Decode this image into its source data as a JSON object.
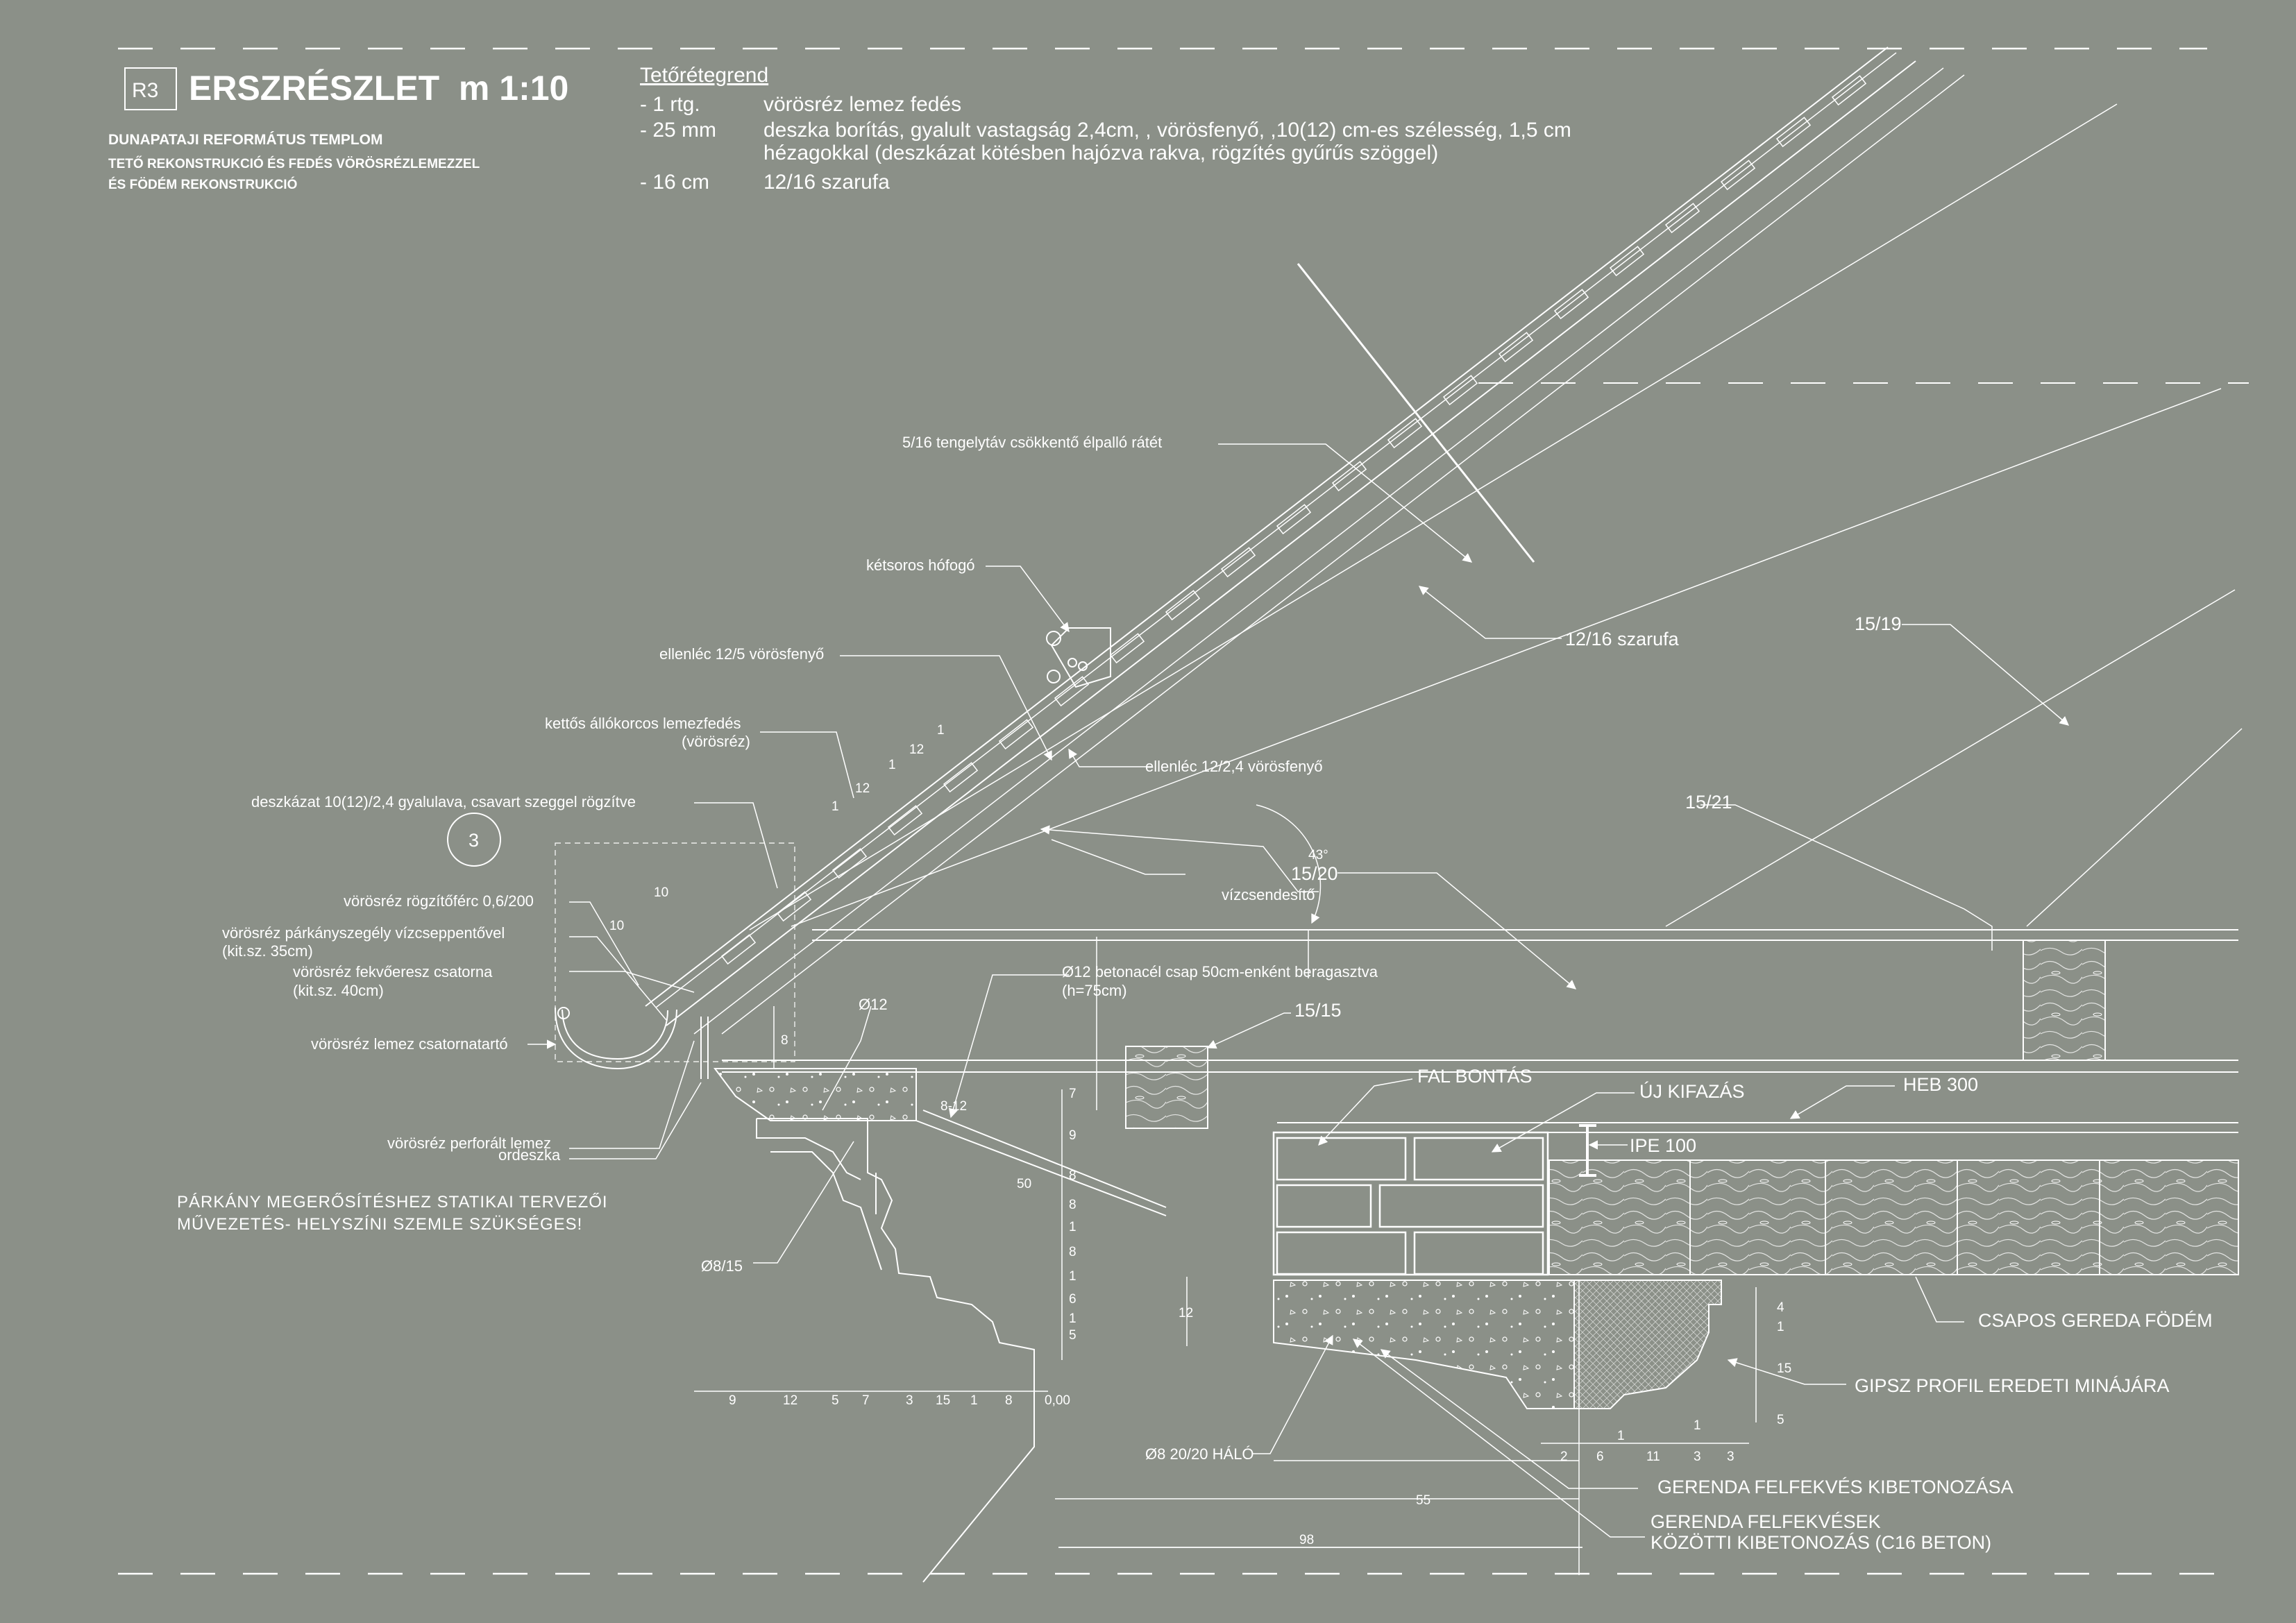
{
  "title": {
    "badge": "R3",
    "main": "ERSZRÉSZLET  m 1:10",
    "subtitle_1": "DUNAPATAJI REFORMÁTUS TEMPLOM",
    "subtitle_2": "TETŐ REKONSTRUKCIÓ ÉS FEDÉS VÖRÖSRÉZLEMEZZEL",
    "subtitle_3": "ÉS FÖDÉM REKONSTRUKCIÓ"
  },
  "layers": {
    "heading": "Tetőrétegrend",
    "rows": [
      {
        "code": "- 1 rtg.",
        "desc": "vörösréz lemez fedés"
      },
      {
        "code": "- 25 mm",
        "desc": "deszka borítás, gyalult vastagság 2,4cm, , vörösfenyő,  ,10(12) cm-es szélesség, 1,5 cm"
      },
      {
        "code": "",
        "desc": "hézagokkal (deszkázat kötésben hajózva rakva, rögzítés gyűrűs szöggel)"
      },
      {
        "code": "- 16 cm",
        "desc": "12/16 szarufa"
      }
    ]
  },
  "labels": {
    "elpallo": "5/16 tengelytáv csökkentő élpalló rátét",
    "hofogo": "kétsoros hófogó",
    "ellenlec_12_5": "ellenléc 12/5 vörösfenyő",
    "szarufa": "12/16 szarufa",
    "section_15_19": "15/19",
    "allokorcos_1": "kettős állókorcos lemezfedés",
    "allokorcos_2": "(vörösréz)",
    "ellenlec_12_24": "ellenléc 12/2,4 vörösfenyő",
    "deszkazat": "deszkázat 10(12)/2,4 gyalulava, csavart szeggel rögzítve",
    "section_15_21": "15/21",
    "circle_3": "3",
    "angle": "43°",
    "vizcsendesito": "vízcsendesítő",
    "section_15_20": "15/20",
    "rogzitoferc": "vörösréz rögzítőférc 0,6/200",
    "parkanyszegely_1": "vörösréz párkányszegély vízcseppentővel",
    "parkanyszegely_2": "(kit.sz. 35cm)",
    "fekvoeresz_1": "vörösréz fekvőeresz csatorna",
    "fekvoeresz_2": "(kit.sz. 40cm)",
    "betonacel_1": "Ø12 betonacél csap 50cm-enként beragasztva",
    "betonacel_2": "(h=75cm)",
    "phi12": "Ø12",
    "section_15_15": "15/15",
    "csatornatarto": "vörösréz lemez csatornatartó",
    "fal_bontas": "FAL BONTÁS",
    "uj_kifazas": "ÚJ KIFAZÁS",
    "heb": "HEB 300",
    "ipe": "IPE 100",
    "perforalt": "vörösréz perforált lemez",
    "ordeszka": "ordeszka",
    "note_1": "PÁRKÁNY MEGERŐSÍTÉSHEZ STATIKAI TERVEZŐI",
    "note_2": "MŰVEZETÉS- HELYSZÍNI SZEMLE SZÜKSÉGES!",
    "phi8_15": "Ø8/15",
    "csapos": "CSAPOS GEREDA FÖDÉM",
    "gipsz": "GIPSZ PROFIL EREDETI MINÁJÁRA",
    "halo": "Ø8 20/20 HÁLÓ",
    "felfekves": "GERENDA FELFEKVÉS KIBETONOZÁSA",
    "felfekvesek_1": "GERENDA FELFEKVÉSEK",
    "felfekvesek_2": "KÖZÖTTI KIBETONOZÁS (C16 BETON)"
  },
  "dims": {
    "bottom_row": [
      "9",
      "12",
      "5",
      "7",
      "3",
      "15",
      "1",
      "8"
    ],
    "zero": "0,00",
    "vertical": [
      "7",
      "9",
      "8",
      "8",
      "1",
      "8",
      "1",
      "6",
      "1",
      "5"
    ],
    "roof_10a": "10",
    "roof_10b": "10",
    "roof_12a": "12",
    "roof_12b": "12",
    "roof_1a": "1",
    "roof_1b": "1",
    "roof_1c": "1",
    "gutter_8": "8",
    "gutter_8_12": "8-12",
    "board_50": "50",
    "v_12": "12",
    "beam_row": [
      "2",
      "6",
      "11",
      "3",
      "3"
    ],
    "beam_1a": "1",
    "beam_1b": "1",
    "beam_15": "15",
    "beam_5": "5",
    "beam_4": "4",
    "beam_1c": "1",
    "d55": "55",
    "d98": "98"
  },
  "colors": {
    "background": "#8b9088",
    "ink": "#ffffff"
  }
}
